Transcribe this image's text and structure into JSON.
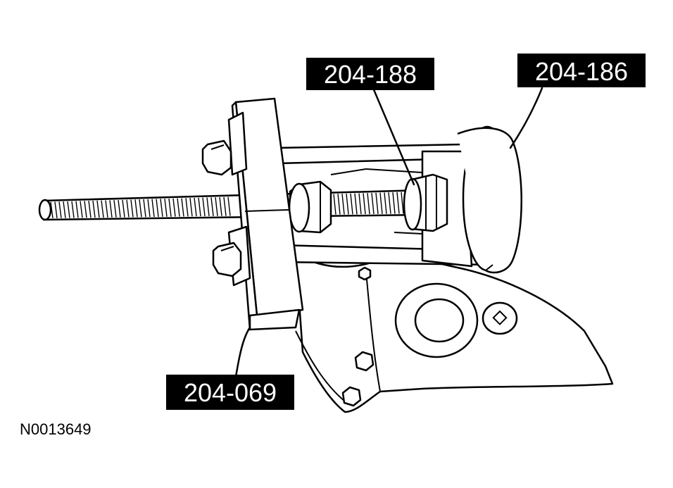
{
  "labels": {
    "tool_204_188": "204-188",
    "tool_204_186": "204-186",
    "tool_204_069": "204-069"
  },
  "figure_id": "N0013649"
}
